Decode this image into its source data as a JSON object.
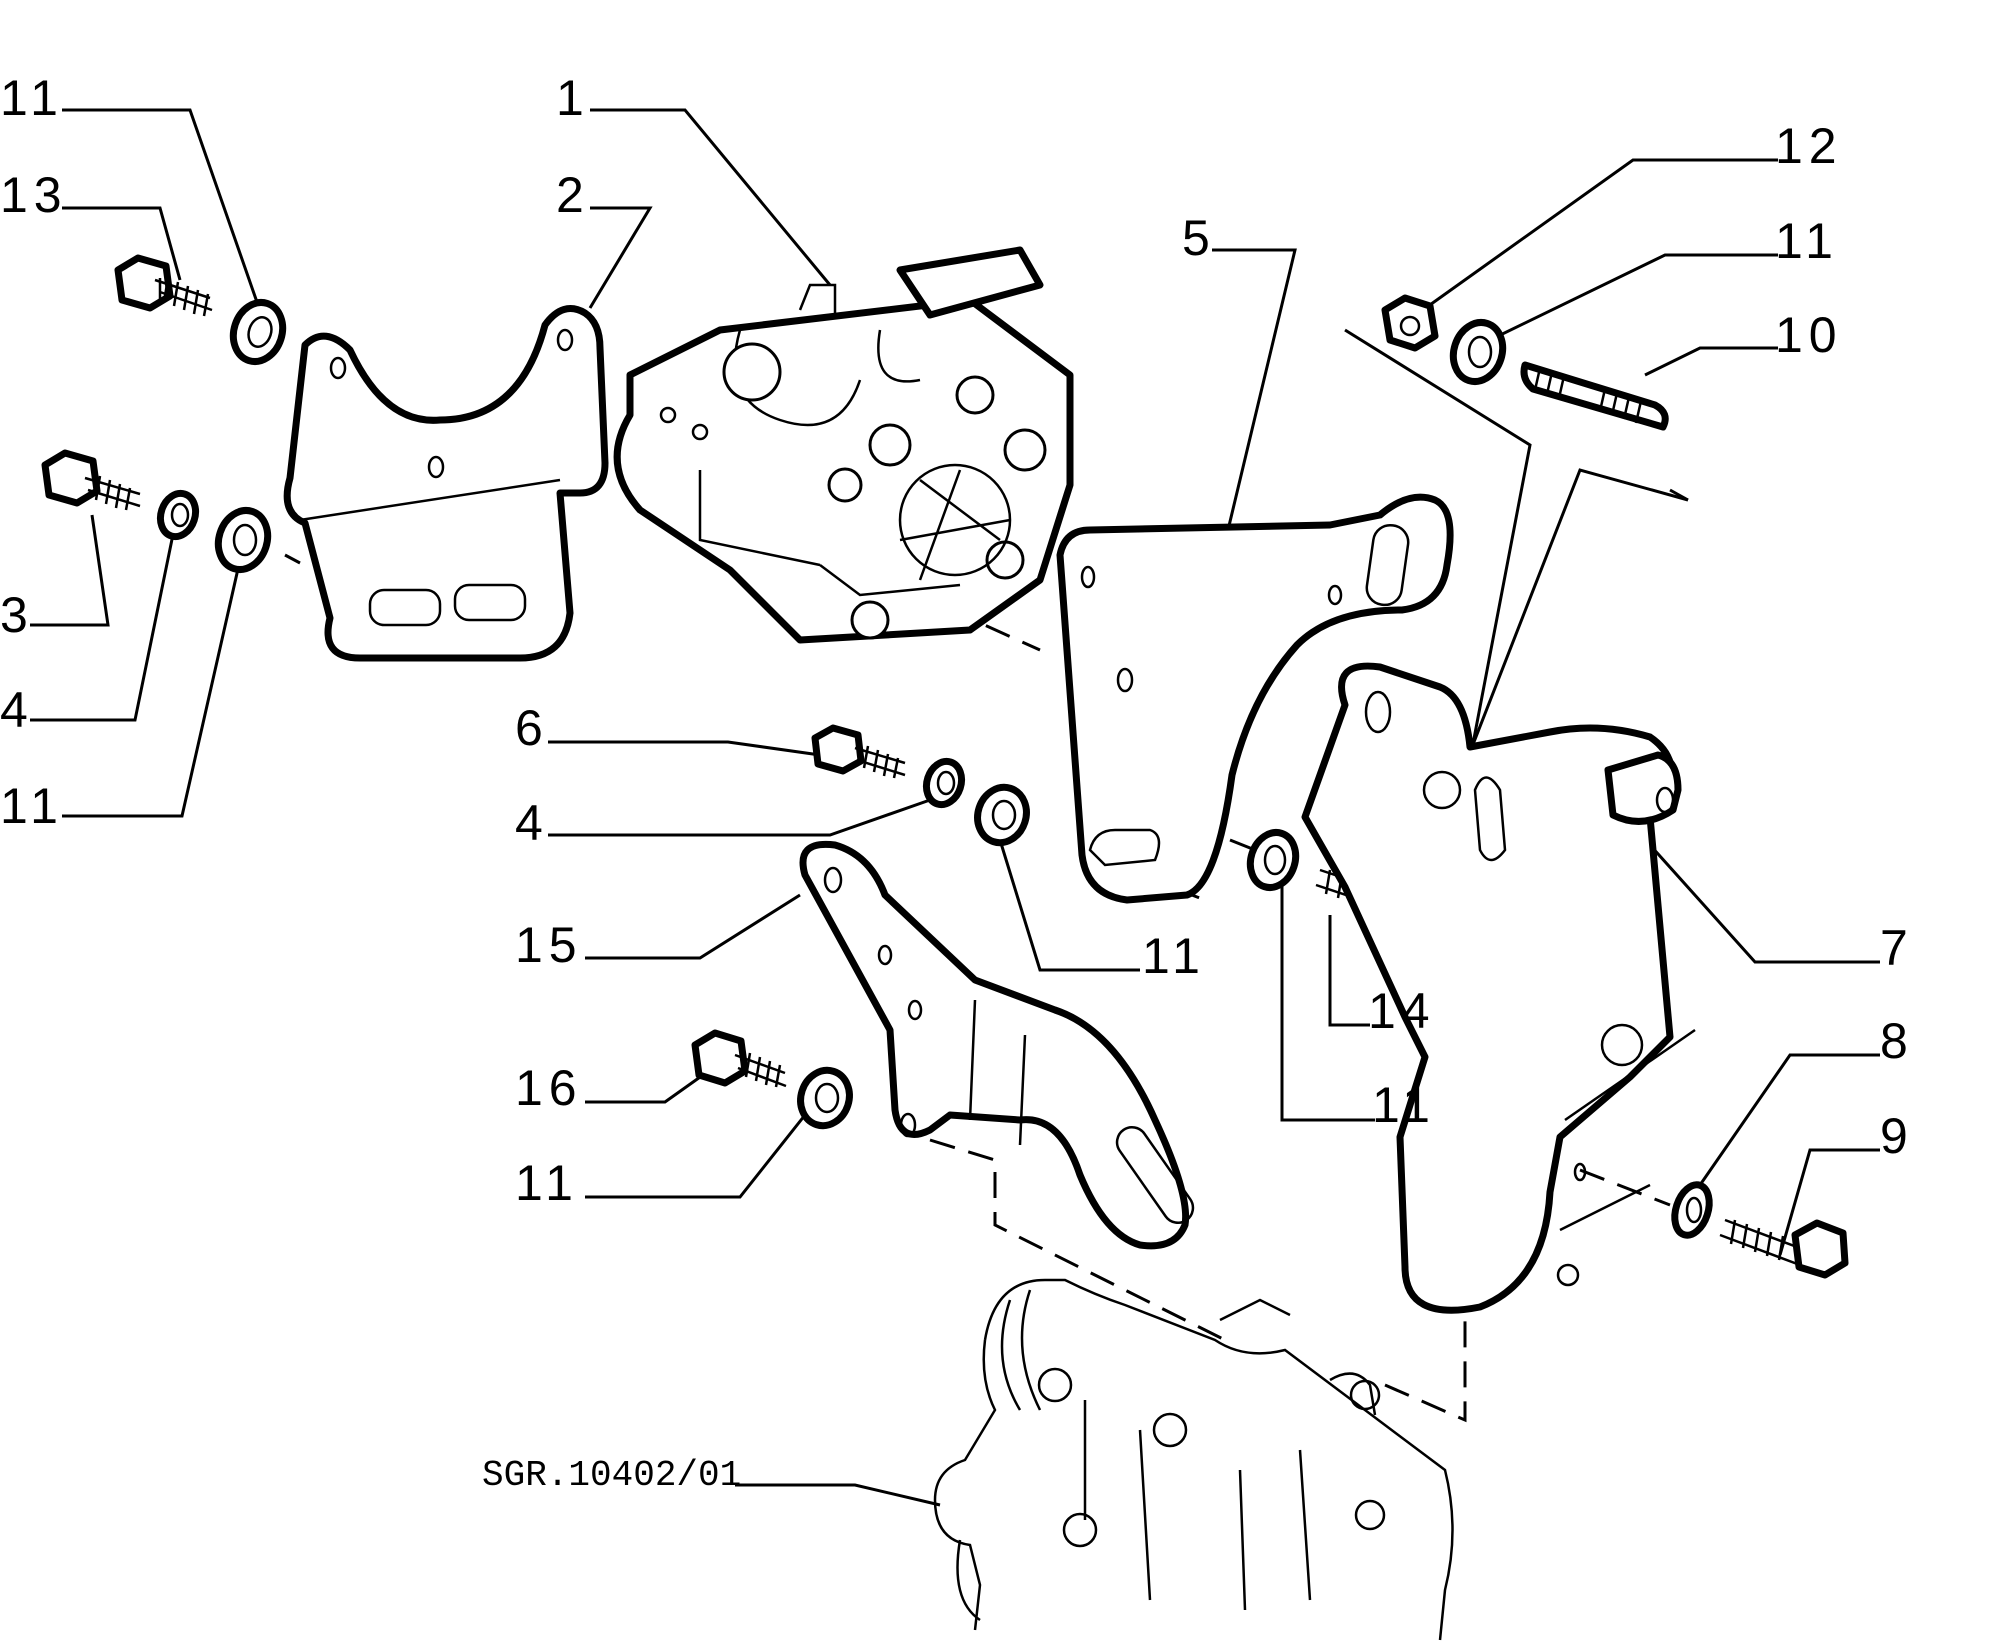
{
  "callouts": {
    "c1": "1",
    "c2": "2",
    "c3_left": "3",
    "c3_top": "13",
    "c4_left": "4",
    "c4_mid": "4",
    "c5": "5",
    "c6": "6",
    "c7": "7",
    "c8": "8",
    "c9": "9",
    "c10": "10",
    "c11_a": "11",
    "c11_b": "11",
    "c11_c": "11",
    "c11_d": "11",
    "c11_e": "11",
    "c11_f": "11",
    "c12": "12",
    "c14": "14",
    "c15": "15",
    "c16": "16"
  },
  "reference": "SGR.10402/01"
}
